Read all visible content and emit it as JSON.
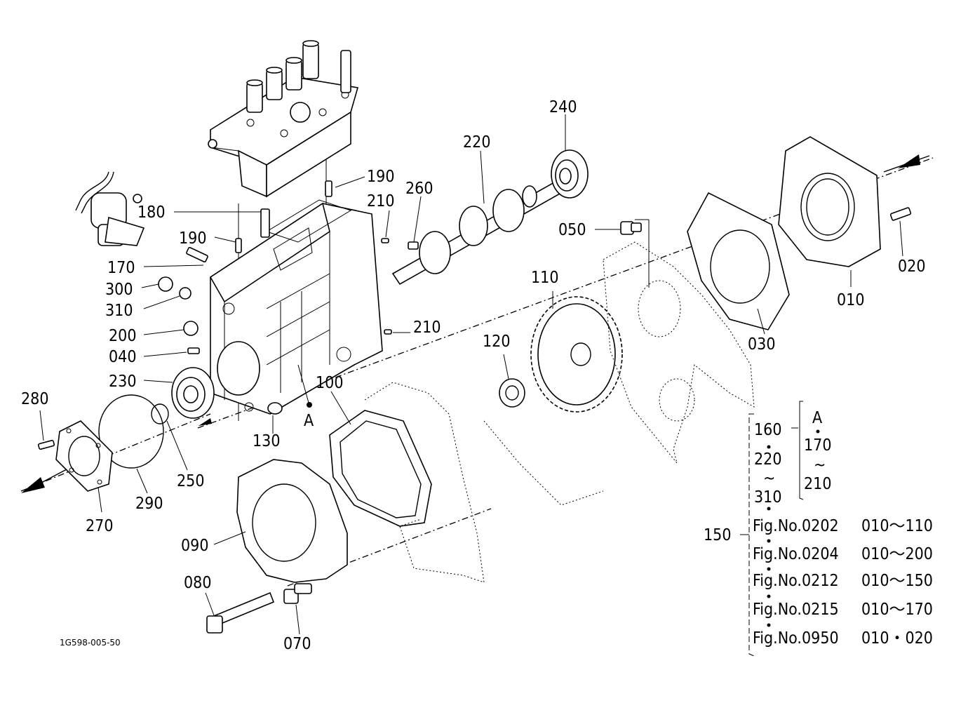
{
  "figure_code": "1G598-005-50",
  "labels": {
    "l010": "010",
    "l020": "020",
    "l030": "030",
    "l040": "040",
    "l050": "050",
    "l070": "070",
    "l080": "080",
    "l090": "090",
    "l100": "100",
    "l110": "110",
    "l120": "120",
    "l130": "130",
    "l170": "170",
    "l180": "180",
    "l190a": "190",
    "l190b": "190",
    "l200": "200",
    "l210a": "210",
    "l210b": "210",
    "l220": "220",
    "l230": "230",
    "l240": "240",
    "l250": "250",
    "l260": "260",
    "l270": "270",
    "l280": "280",
    "l290": "290",
    "l300": "300",
    "l310": "310",
    "lA": "A"
  },
  "legend": {
    "group_160": {
      "top": "160",
      "mid": "220",
      "bottom": "310"
    },
    "group_A": {
      "top": "A",
      "mid": "170",
      "bottom": "210"
    },
    "group_150": "150",
    "figs": [
      {
        "fig": "Fig.No.0202",
        "range": "010～110"
      },
      {
        "fig": "Fig.No.0204",
        "range": "010～200"
      },
      {
        "fig": "Fig.No.0212",
        "range": "010～150"
      },
      {
        "fig": "Fig.No.0215",
        "range": "010～170"
      },
      {
        "fig": "Fig.No.0950",
        "range": "010・020"
      }
    ]
  }
}
